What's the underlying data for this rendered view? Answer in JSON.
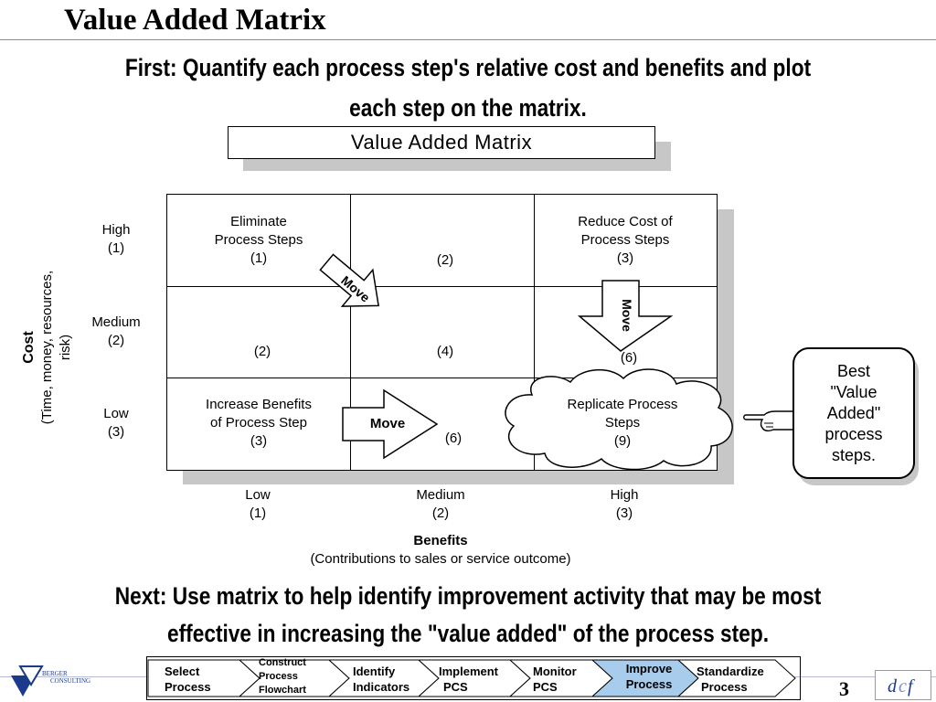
{
  "slide": {
    "title": "Value Added Matrix",
    "subtitle_line1": "First: Quantify each process step's relative cost and benefits and plot",
    "subtitle_line2": "each step on the matrix.",
    "next_line1": "Next:  Use matrix to help identify improvement activity that may be most",
    "next_line2": "effective in increasing the \"value added\" of the process step.",
    "page_number": "3"
  },
  "matrix": {
    "title": "Value Added Matrix",
    "cells": {
      "high_low": {
        "line1": "Eliminate",
        "line2": "Process Steps",
        "value": "(1)"
      },
      "high_medium": {
        "value": "(2)"
      },
      "high_high": {
        "line1": "Reduce Cost of",
        "line2": "Process Steps",
        "value": "(3)"
      },
      "medium_low": {
        "value": "(2)"
      },
      "medium_medium": {
        "value": "(4)"
      },
      "medium_high": {
        "value": "(6)"
      },
      "low_low": {
        "line1": "Increase Benefits",
        "line2": "of Process Step",
        "value": "(3)"
      },
      "low_medium": {
        "value": "(6)"
      },
      "low_high": {
        "line1": "Replicate Process",
        "line2": "Steps",
        "value": "(9)"
      }
    },
    "arrows": {
      "diagonal": "Move",
      "down": "Move",
      "right": "Move"
    },
    "y_axis": {
      "title": "Cost",
      "subtitle": "(Time, money, resources, risk)",
      "levels": [
        {
          "name": "High",
          "score": "(1)"
        },
        {
          "name": "Medium",
          "score": "(2)"
        },
        {
          "name": "Low",
          "score": "(3)"
        }
      ]
    },
    "x_axis": {
      "title": "Benefits",
      "subtitle": "(Contributions to sales or service outcome)",
      "levels": [
        {
          "name": "Low",
          "score": "(1)"
        },
        {
          "name": "Medium",
          "score": "(2)"
        },
        {
          "name": "High",
          "score": "(3)"
        }
      ]
    }
  },
  "callout": {
    "line1": "Best",
    "line2": "\"Value",
    "line3": "Added\"",
    "line4": "process",
    "line5": "steps.",
    "icon": "pointing-hand-icon"
  },
  "process_flow": {
    "steps": [
      {
        "line1": "Select",
        "line2": "Process",
        "line3": ""
      },
      {
        "line1": "Construct",
        "line2": "Process",
        "line3": "Flowchart"
      },
      {
        "line1": "Identify",
        "line2": "Indicators",
        "line3": ""
      },
      {
        "line1": "Implement",
        "line2": "PCS",
        "line3": ""
      },
      {
        "line1": "Monitor",
        "line2": "PCS",
        "line3": ""
      },
      {
        "line1": "Improve",
        "line2": "Process",
        "line3": ""
      },
      {
        "line1": "Standardize",
        "line2": "Process",
        "line3": ""
      }
    ],
    "active_step": "Improve Process",
    "active_color": "#a7ccec"
  },
  "branding": {
    "left_logo_line1": "BERGER",
    "left_logo_line2": "CONSULTING",
    "logo_color": "#1a3a8c",
    "right_logo": "dcf-logo"
  },
  "colors": {
    "shadow": "#c7c7c7",
    "title_rule": "#a08a66"
  }
}
